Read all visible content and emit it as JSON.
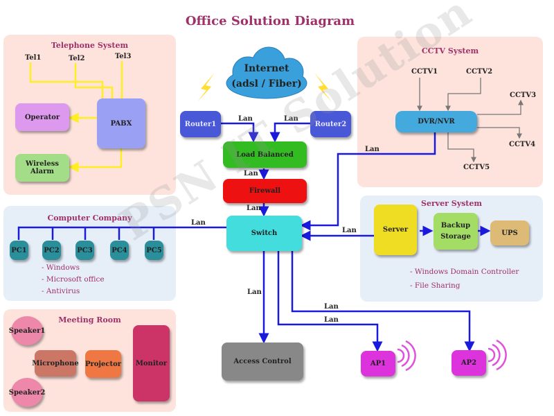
{
  "title": "Office Solution Diagram",
  "watermark": "PSN IT Solution",
  "internet": {
    "line1": "Internet",
    "line2": "(adsl / Fiber)"
  },
  "core": {
    "router1": "Router1",
    "router2": "Router2",
    "load_balanced": "Load Balanced",
    "firewall": "Firewall",
    "switch": "Switch",
    "access_control": "Access Control",
    "ap1": "AP1",
    "ap2": "AP2"
  },
  "link_label": "Lan",
  "telephone": {
    "title": "Telephone System",
    "tel1": "Tel1",
    "tel2": "Tel2",
    "tel3": "Tel3",
    "operator": "Operator",
    "pabx": "PABX",
    "wireless_alarm": "Wireless Alarm"
  },
  "cctv": {
    "title": "CCTV System",
    "dvr": "DVR/NVR",
    "cams": [
      "CCTV1",
      "CCTV2",
      "CCTV3",
      "CCTV4",
      "CCTV5"
    ]
  },
  "computer": {
    "title": "Computer Company",
    "pcs": [
      "PC1",
      "PC2",
      "PC3",
      "PC4",
      "PC5"
    ],
    "bullets": [
      "- Windows",
      "- Microsoft office",
      "- Antivirus"
    ]
  },
  "server": {
    "title": "Server System",
    "server": "Server",
    "backup": "Backup Storage",
    "ups": "UPS",
    "bullets": [
      "- Windows Domain Controller",
      "- File Sharing"
    ]
  },
  "meeting": {
    "title": "Meeting Room",
    "speaker1": "Speaker1",
    "speaker2": "Speaker2",
    "microphone": "Microphone",
    "projector": "Projector",
    "monitor": "Monitor"
  },
  "colors": {
    "panel_pink": "#fde3dc",
    "panel_blue": "#e6eef8",
    "link_blue": "#1a1adc",
    "tel_yellow": "#ffee22",
    "cloud": "#3aa0dc",
    "router": "#4858d6",
    "load_balanced": "#33bb22",
    "firewall": "#ee1111",
    "switch": "#44dddd",
    "pc": "#2a8f9a",
    "ap": "#dd33dd"
  }
}
